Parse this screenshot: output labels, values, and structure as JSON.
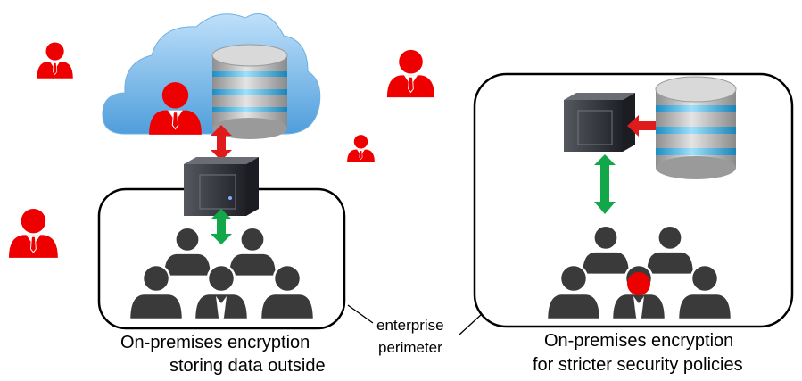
{
  "captions": {
    "left_line1": "On-premises encryption",
    "left_line2": "storing data outside",
    "right_line1": "On-premises encryption",
    "right_line2": "for stricter security policies"
  },
  "perimeter": {
    "line1": "enterprise",
    "line2": "perimeter"
  },
  "colors": {
    "attacker": "#ee0000",
    "insider_head": "#ee0000",
    "user": "#3a3a3a",
    "red_arrow": "#e01b1b",
    "green_arrow": "#12a84a",
    "cloud": "#8ec3ee",
    "db_band": "#4ab8e8",
    "db_disk": "#b9b9b9",
    "server": "#2b2e36"
  },
  "icons": [
    "attacker-person-icon",
    "cloud-icon",
    "database-icon",
    "server-icon",
    "user-group-icon",
    "double-arrow-icon"
  ]
}
